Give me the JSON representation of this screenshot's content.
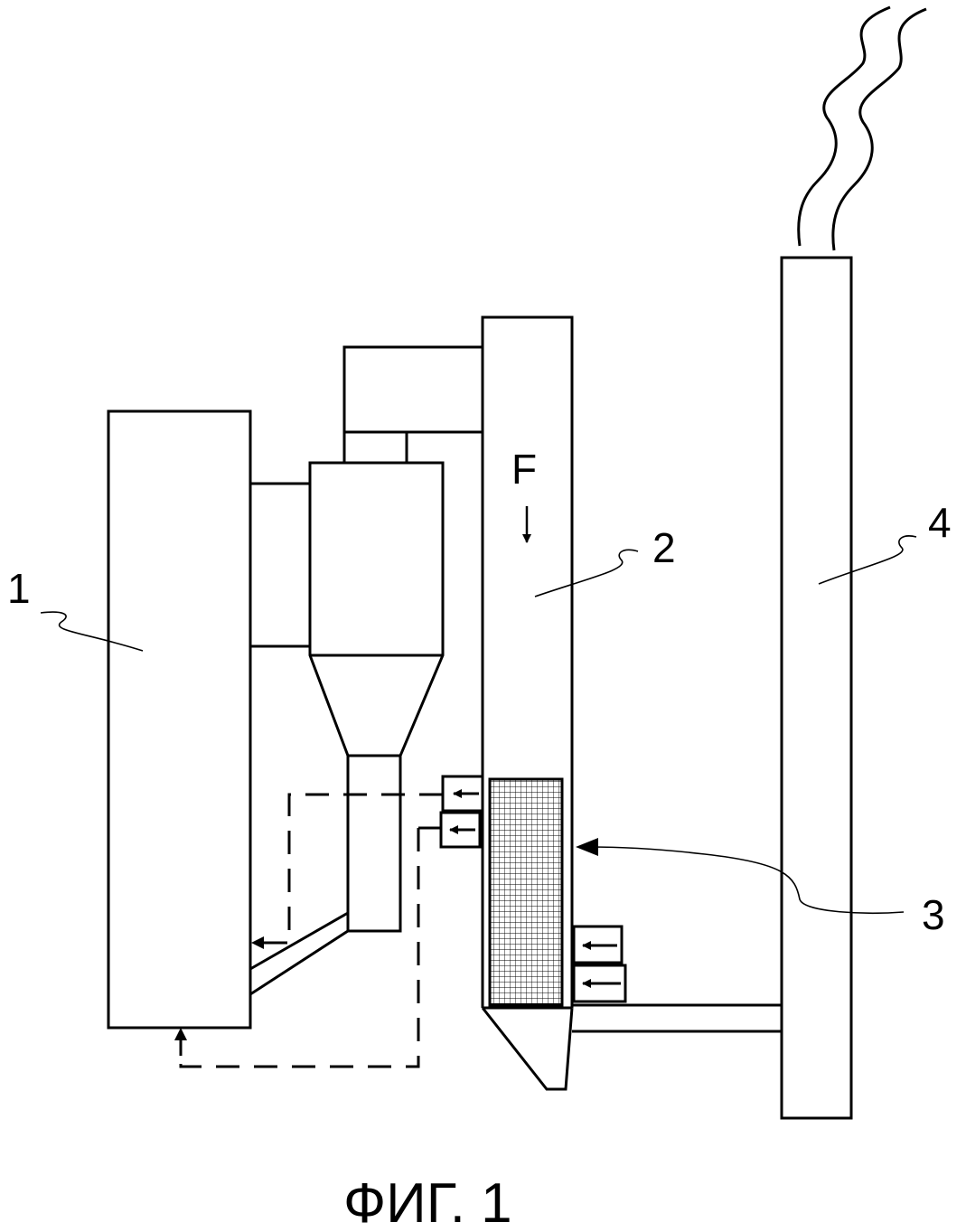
{
  "labels": {
    "unit1": "1",
    "unit2": "2",
    "unit3": "3",
    "unit4": "4",
    "flow": "F"
  },
  "caption": "ФИГ. 1"
}
